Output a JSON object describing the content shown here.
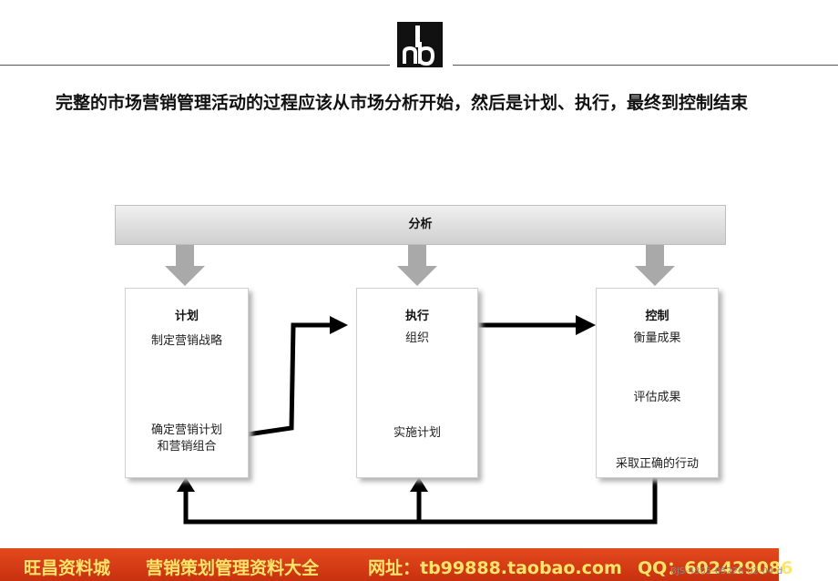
{
  "header": {
    "title": "完整的市场营销管理活动的过程应该从市场分析开始，然后是计划、执行，最终到控制结束"
  },
  "diagram": {
    "top_label": "分析",
    "plan": {
      "heading": "计划",
      "line1": "制定营销战略",
      "line2": "确定营销计划",
      "line3": "和营销组合"
    },
    "execute": {
      "heading": "执行",
      "line1": "组织",
      "line2": "实施计划"
    },
    "control": {
      "heading": "控制",
      "line1": "衡量成果",
      "line2": "评估成果",
      "line3": "采取正确的行动"
    }
  },
  "footer": {
    "brand": "旺昌资料城",
    "slogan": "营销策划管理资料大全",
    "website": "网址：tb99888.taobao.com",
    "qq": "QQ：602429086",
    "code": "BJS-4305-05226-02-04-d"
  },
  "colors": {
    "footer_bg": "#d83c17",
    "footer_text": "#ffe66a",
    "arrow_gray": "#a9a9a9"
  }
}
